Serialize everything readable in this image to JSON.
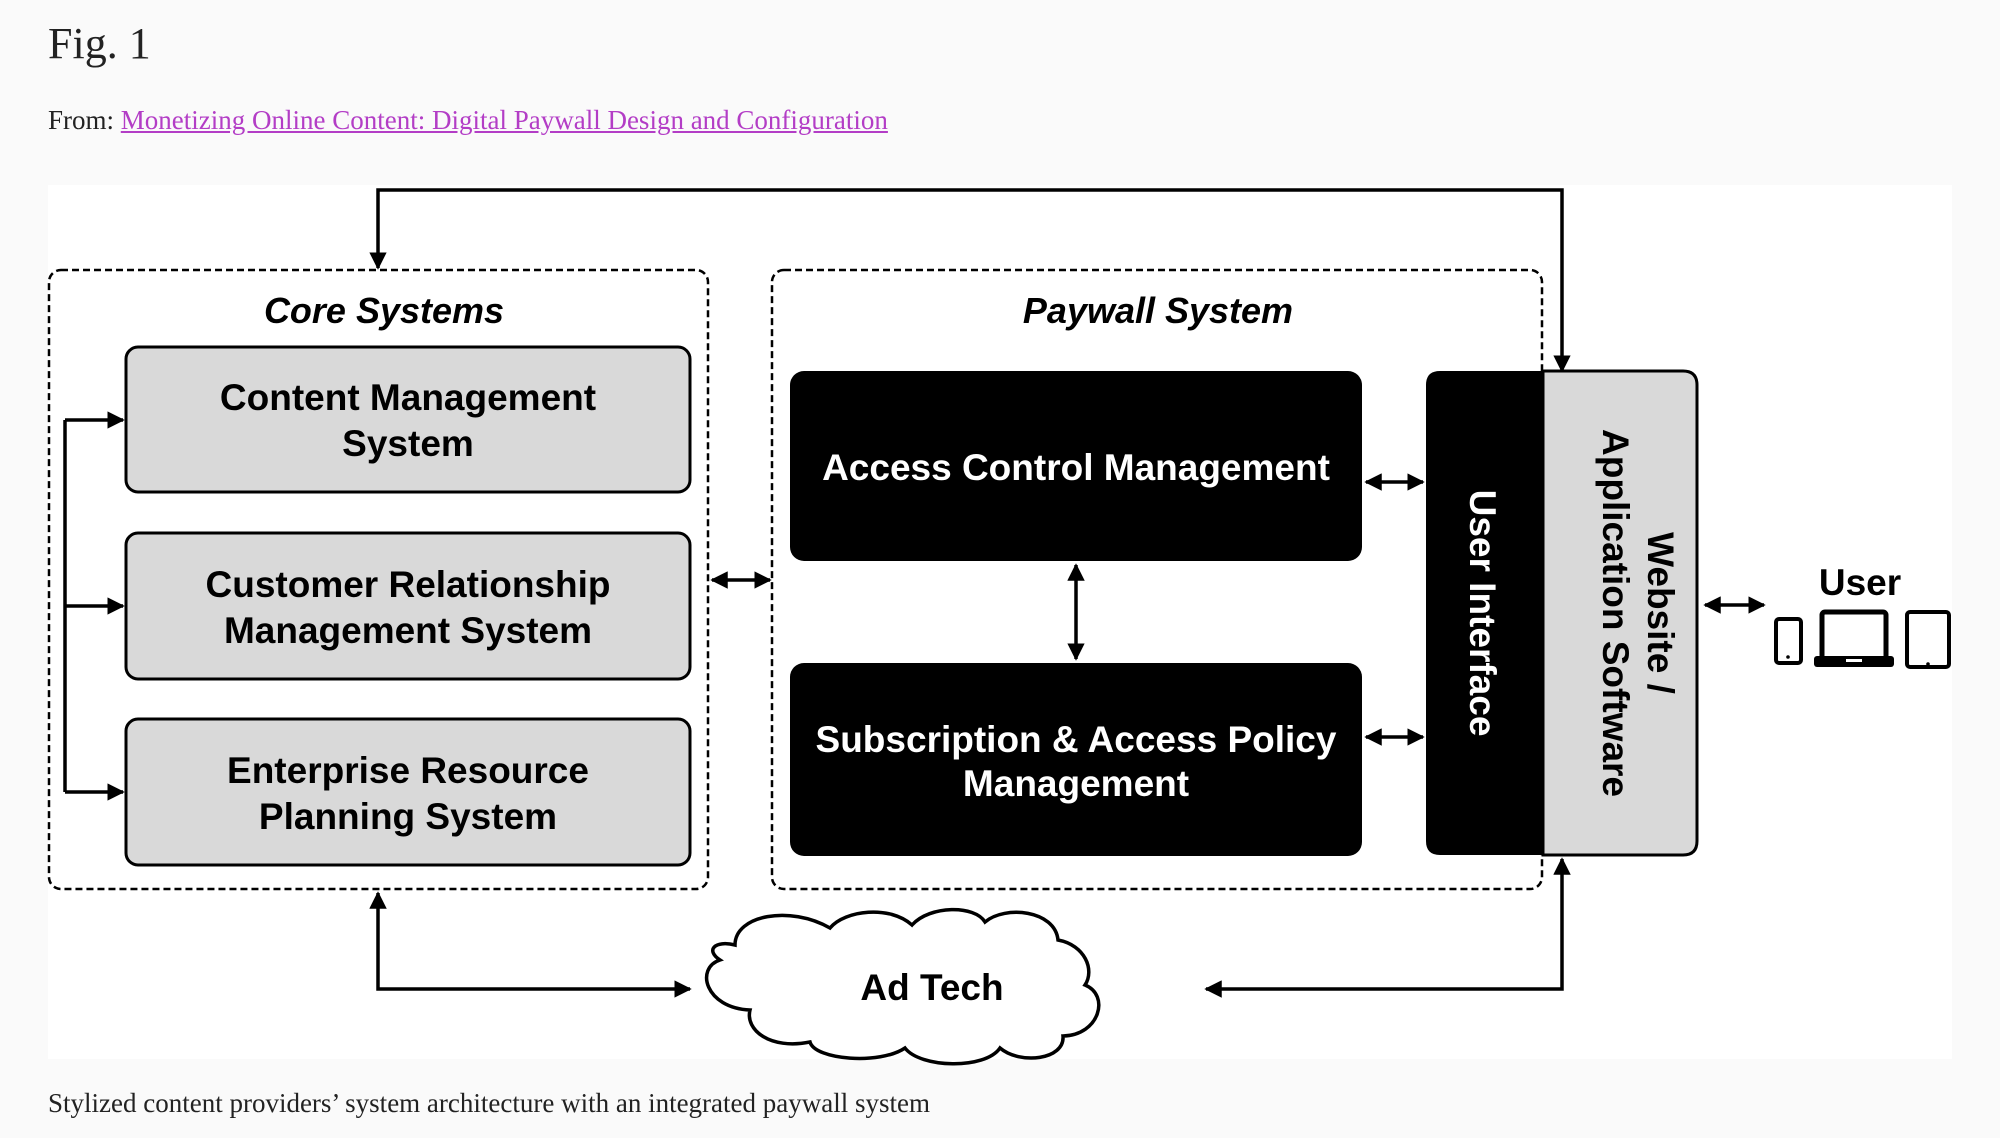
{
  "figure": {
    "title": "Fig. 1",
    "from_prefix": "From: ",
    "source_link": "Monetizing Online Content: Digital Paywall Design and Configuration",
    "caption": "Stylized content providers’ system architecture with an integrated paywall system",
    "link_color": "#b33dc6"
  },
  "diagram": {
    "core_systems": {
      "title": "Core Systems",
      "boxes": [
        {
          "line1": "Content Management",
          "line2": "System"
        },
        {
          "line1": "Customer Relationship",
          "line2": "Management System"
        },
        {
          "line1": "Enterprise Resource",
          "line2": "Planning System"
        }
      ]
    },
    "paywall_system": {
      "title": "Paywall System",
      "access_control": "Access Control Management",
      "subscription_line1": "Subscription & Access Policy",
      "subscription_line2": "Management",
      "user_interface": "User Interface"
    },
    "website": {
      "line1": "Website /",
      "line2": "Application Software"
    },
    "user": {
      "label": "User",
      "devices": [
        "smartphone-icon",
        "laptop-icon",
        "tablet-icon"
      ]
    },
    "ad_tech": "Ad Tech",
    "colors": {
      "box_fill": "#d9d9d9",
      "dark_fill": "#000000",
      "stroke": "#000000",
      "panel_bg": "#ffffff"
    }
  }
}
